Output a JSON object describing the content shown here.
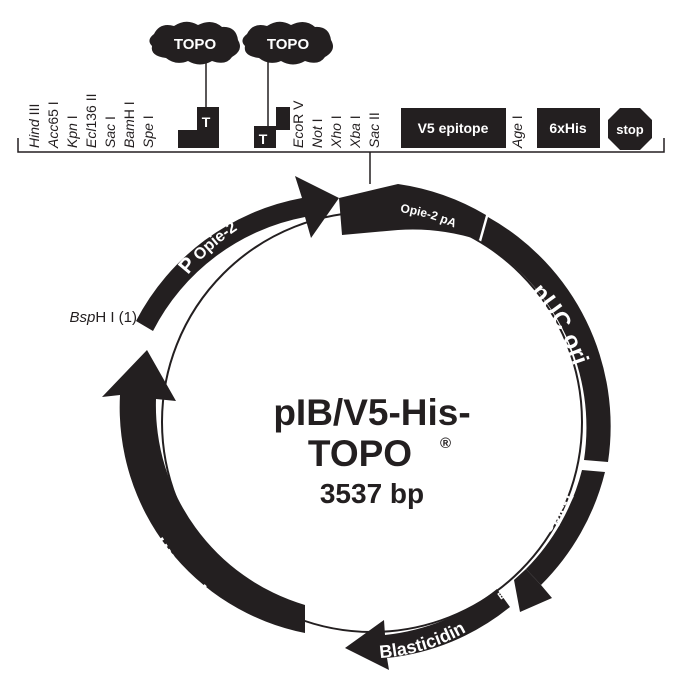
{
  "plasmid": {
    "name_line1": "pIB/V5-His-",
    "name_line2": "TOPO",
    "registered": "®",
    "size": "3537 bp"
  },
  "features": {
    "opie2_p": "P",
    "opie2_sub": "Opie-2",
    "opie2pa": "Opie-2 pA",
    "puc": "pUC ori",
    "opie1_p": "P",
    "opie1_sub": "Opie-1",
    "em7": "EM7",
    "blasticidin": "Blasticidin",
    "ampicillin": "Ampicillin"
  },
  "bsph": {
    "italic": "Bsp",
    "rest": "H I (1)"
  },
  "mcs": {
    "sites": [
      {
        "italic": "Hind",
        "rest": " III"
      },
      {
        "italic": "Acc",
        "rest": "65 I"
      },
      {
        "italic": "Kpn",
        "rest": " I"
      },
      {
        "italic": "Ecl",
        "rest": "136 II"
      },
      {
        "italic": "Sac",
        "rest": " I"
      },
      {
        "italic": "Bam",
        "rest": "H I"
      },
      {
        "italic": "Spe",
        "rest": " I"
      },
      {
        "italic": "Eco",
        "rest": "R V"
      },
      {
        "italic": "Not",
        "rest": " I"
      },
      {
        "italic": "Xho",
        "rest": " I"
      },
      {
        "italic": "Xba",
        "rest": " I"
      },
      {
        "italic": "Sac",
        "rest": " II"
      },
      {
        "italic": "Age",
        "rest": " I"
      }
    ],
    "topo_left": "TOPO",
    "topo_right": "TOPO",
    "t_left": "T",
    "t_right": "T",
    "v5": "V5 epitope",
    "his": "6xHis",
    "stop": "stop"
  }
}
